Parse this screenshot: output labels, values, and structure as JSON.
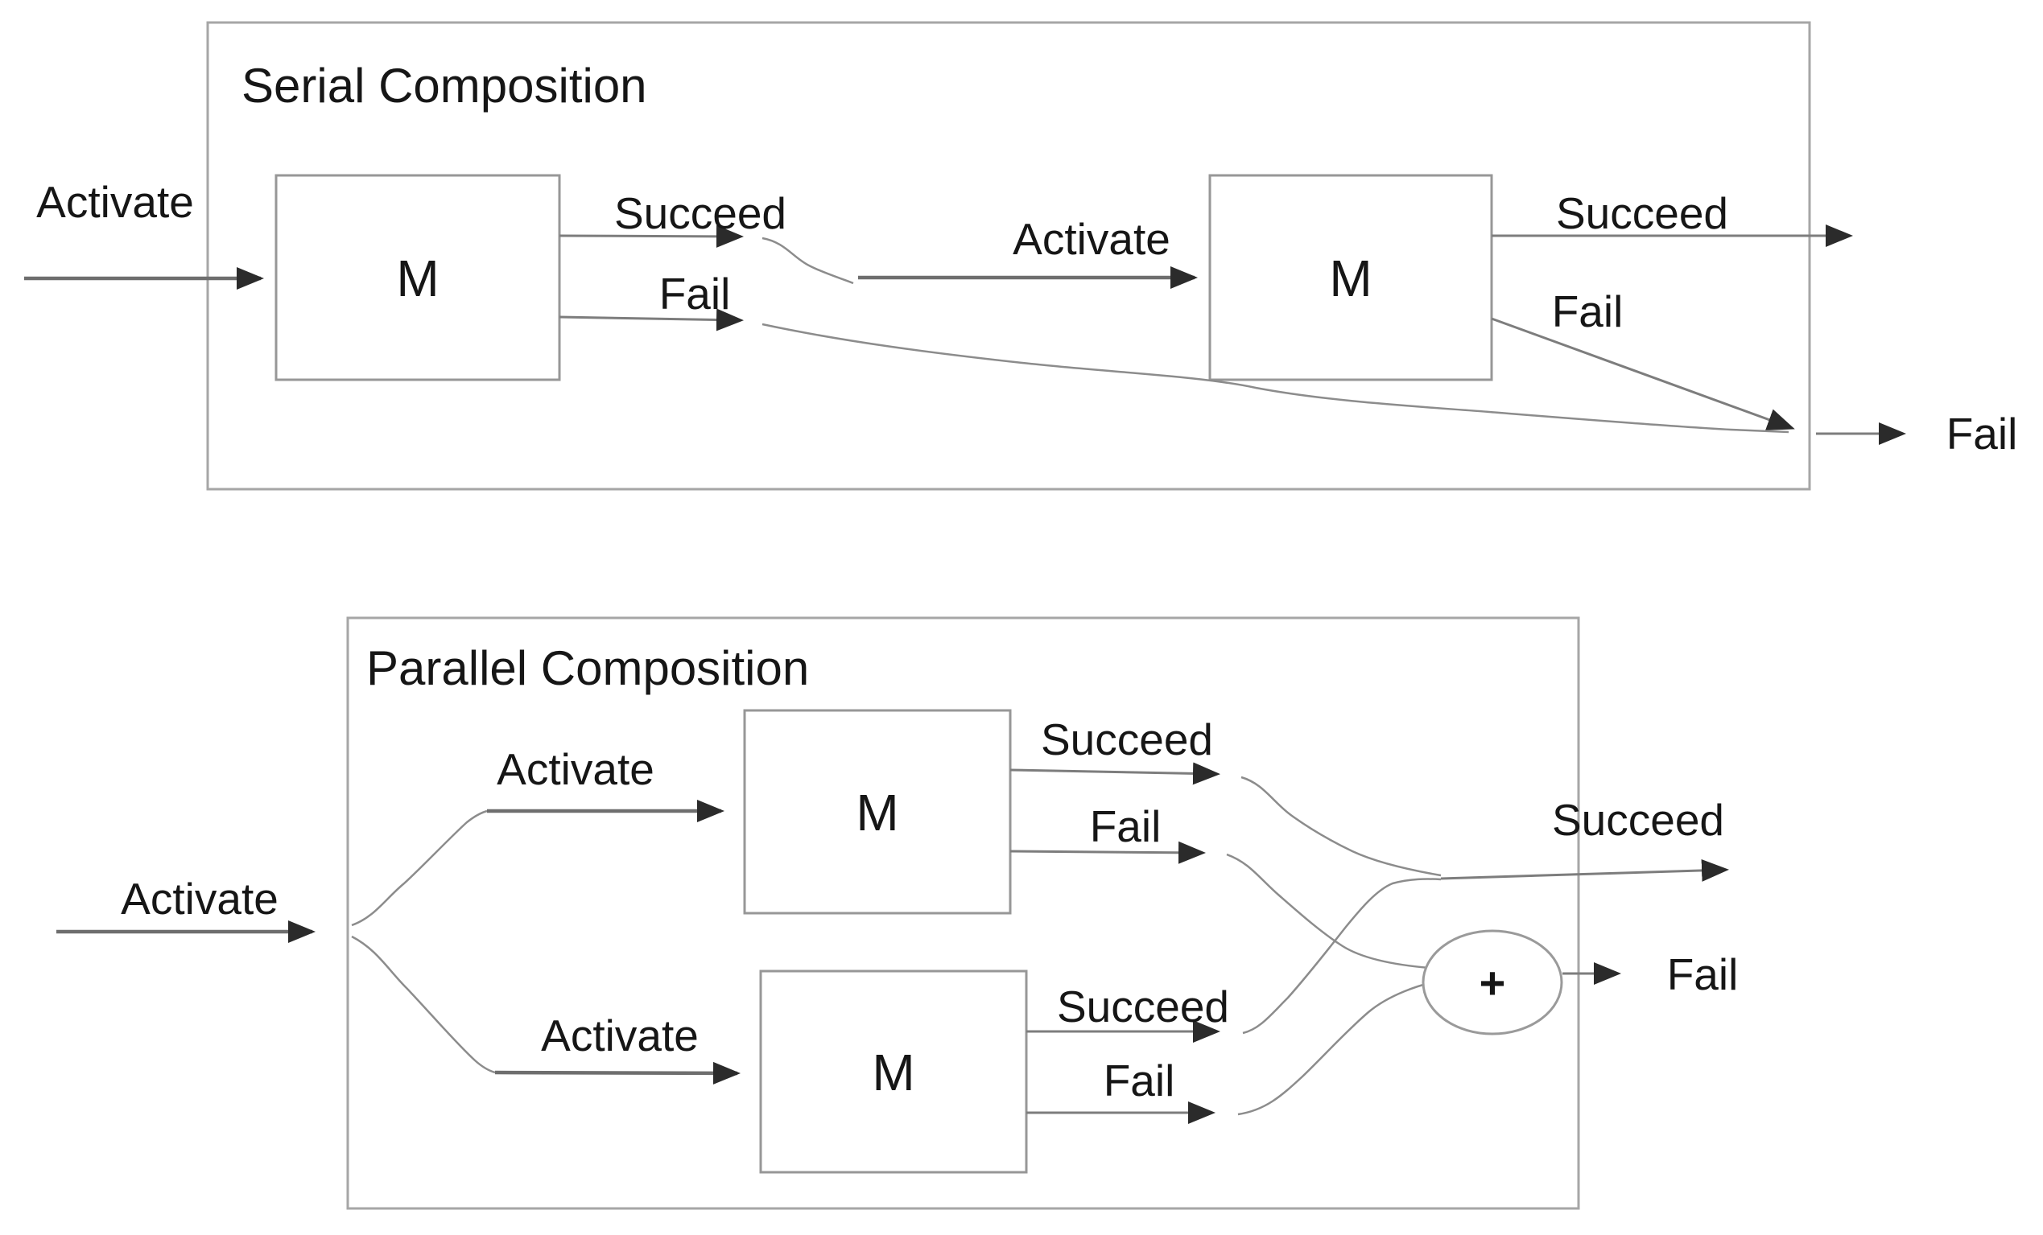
{
  "figure": {
    "type": "block-diagram",
    "description": "Serial and parallel composition of a module M with Activate, Succeed and Fail signals; parallel fail paths merge in a + (OR) gate"
  },
  "colors": {
    "background": "#ffffff",
    "box_border": "#a6a6a6",
    "module_border": "#979797",
    "arrow_line": "#6e6e6e",
    "squiggle_line": "#8c8c8c",
    "arrowhead": "#2b2b2b",
    "text": "#161616"
  },
  "serial": {
    "title": "Serial Composition",
    "module1_label": "M",
    "module2_label": "M",
    "activate_in": "Activate",
    "m1_succeed": "Succeed",
    "m1_fail": "Fail",
    "activate_mid": "Activate",
    "succeed_out": "Succeed",
    "m2_fail": "Fail",
    "fail_out": "Fail"
  },
  "parallel": {
    "title": "Parallel Composition",
    "module_top_label": "M",
    "module_bottom_label": "M",
    "activate_in": "Activate",
    "activate_top": "Activate",
    "activate_bottom": "Activate",
    "top_succeed": "Succeed",
    "top_fail": "Fail",
    "bottom_succeed": "Succeed",
    "bottom_fail": "Fail",
    "succeed_out": "Succeed",
    "fail_out": "Fail",
    "or_gate_symbol": "+"
  }
}
